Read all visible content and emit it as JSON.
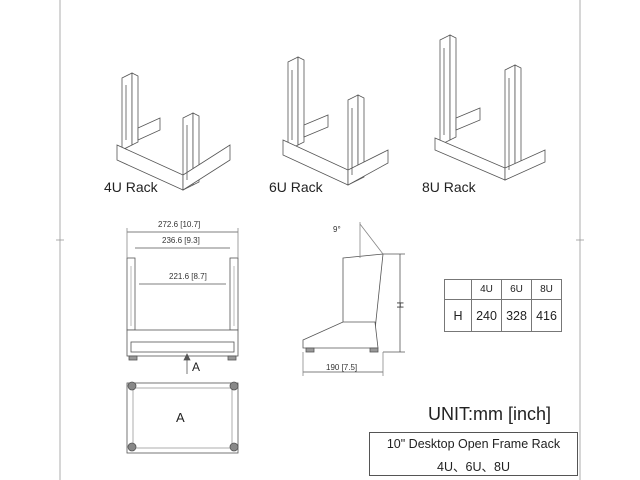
{
  "racks": [
    {
      "label": "4U Rack"
    },
    {
      "label": "6U Rack"
    },
    {
      "label": "8U Rack"
    }
  ],
  "front_view": {
    "dim_outer": "272.6 [10.7]",
    "dim_mid": "236.6 [9.3]",
    "dim_inner": "221.6 [8.7]",
    "section_marker": "A"
  },
  "side_view": {
    "angle": "9°",
    "height_symbol": "H",
    "depth": "190 [7.5]"
  },
  "bottom_view": {
    "section_label": "A"
  },
  "height_table": {
    "headers": [
      "",
      "4U",
      "6U",
      "8U"
    ],
    "row_label": "H",
    "values": [
      "240",
      "328",
      "416"
    ]
  },
  "unit_note": "UNIT:mm [inch]",
  "title_block": {
    "line1": "10\" Desktop Open Frame Rack",
    "line2": "4U、6U、8U"
  }
}
